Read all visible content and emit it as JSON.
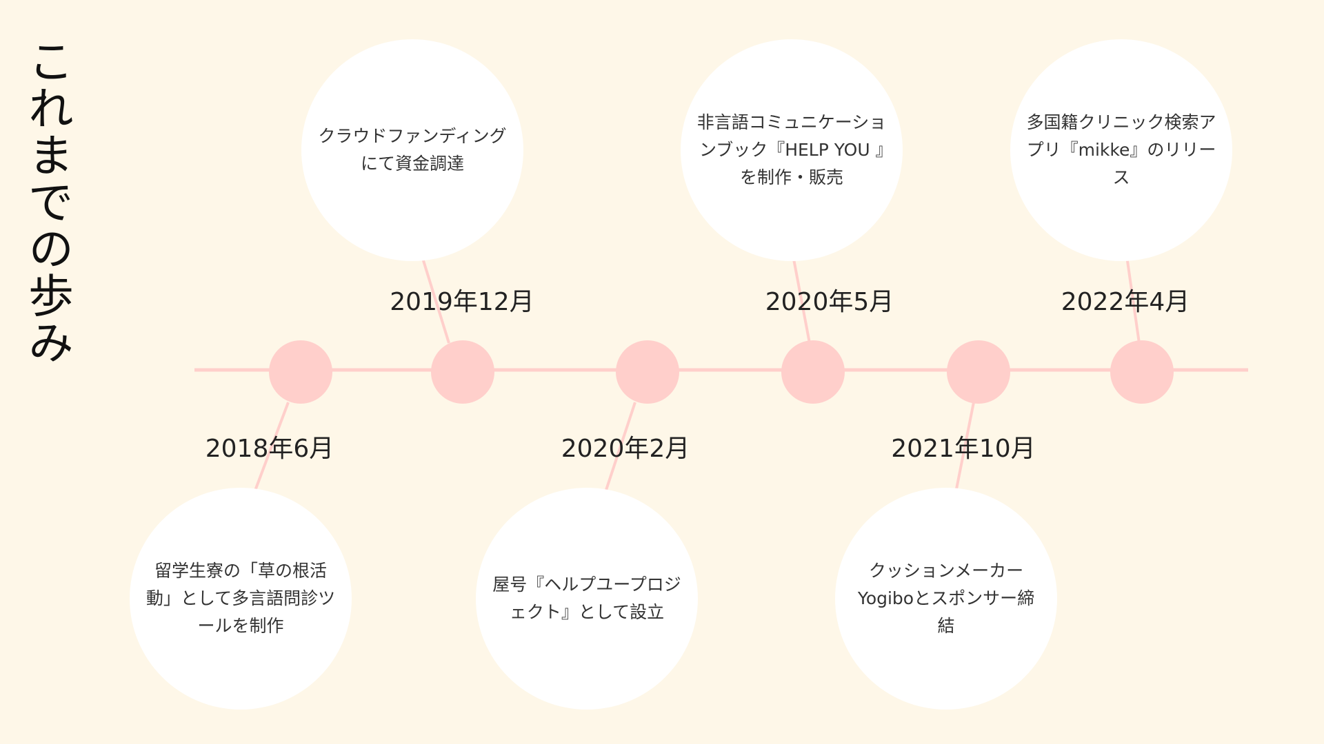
{
  "title": "これまでの歩み",
  "colors": {
    "background": "#fef7e8",
    "timeline": "#ffcfcb",
    "bubble": "#ffffff",
    "text": "#222222"
  },
  "events": [
    {
      "date": "2018年6月",
      "text": "留学生寮の「草の根活動」として多言語問診ツールを制作"
    },
    {
      "date": "2019年12月",
      "text": "クラウドファンディングにて資金調達"
    },
    {
      "date": "2020年2月",
      "text": "屋号『ヘルプユープロジェクト』として設立"
    },
    {
      "date": "2020年5月",
      "text": "非言語コミュニケーションブック『HELP YOU 』を制作・販売"
    },
    {
      "date": "2021年10月",
      "text": "クッションメーカーYogiboとスポンサー締結"
    },
    {
      "date": "2022年4月",
      "text": "多国籍クリニック検索アプリ『mikke』のリリース"
    }
  ]
}
